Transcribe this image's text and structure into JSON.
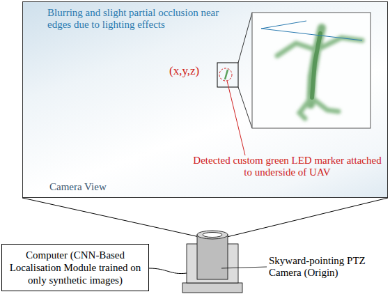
{
  "diagram": {
    "nodes": [
      {
        "text": [
          "Camera View"
        ]
      },
      {
        "text": [
          "Computer (CNN-Based Localisation Module trained on only synthetic images)"
        ]
      }
    ],
    "labels": [
      "Blurring and slight partial occlusion near edges due to lighting effects",
      "(x,y,z)",
      "Detected custom green LED marker attached to underside of UAV",
      "Skyward-pointing PTZ Camera (Origin)"
    ]
  }
}
